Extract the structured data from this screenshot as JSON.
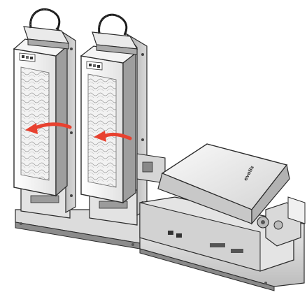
{
  "illustration": {
    "subject": "printer-with-two-card-hopper-modules",
    "brand_logo_text": "evolis",
    "colors": {
      "arrow": "#e8412f",
      "metal": "#e9e9e9",
      "metal_shadow": "#9a9a9a",
      "outline": "#2b2b2b",
      "cable": "#1a1a1a"
    },
    "arrows": [
      {
        "module": "left-hopper",
        "direction": "left"
      },
      {
        "module": "right-hopper",
        "direction": "left"
      }
    ]
  }
}
